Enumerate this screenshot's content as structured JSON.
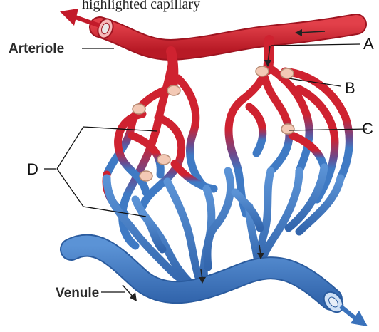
{
  "header_fragment": "highlighted capillary",
  "labels": {
    "arteriole": "Arteriole",
    "venule": "Venule",
    "a": "A",
    "b": "B",
    "c": "C",
    "d": "D"
  },
  "colors": {
    "artery": "#cf2230",
    "artery_dark": "#9e1420",
    "vein": "#3f7ac4",
    "vein_dark": "#2a5b9e",
    "sphincter": "#f3c9b5"
  }
}
